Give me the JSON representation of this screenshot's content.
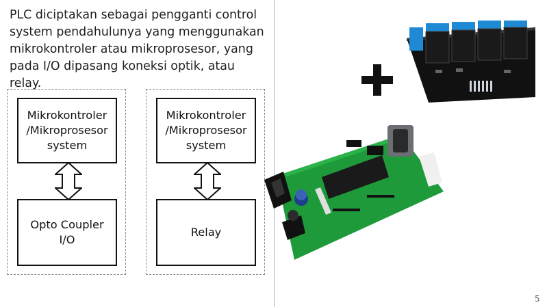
{
  "intro_text": "PLC diciptakan sebagai pengganti control system pendahulunya yang menggunakan mikrokontroler atau mikroprosesor, yang pada I/O dipasang koneksi optik, atau relay.",
  "diagram_left": {
    "top_box": "Mikrokontroler\n/Mikroprosesor\nsystem",
    "bottom_box": "Opto Coupler\nI/O"
  },
  "diagram_right": {
    "top_box": "Mikrokontroler\n/Mikroprosesor\nsystem",
    "bottom_box": "Relay"
  },
  "page_number": "5",
  "colors": {
    "divider": "#a9b6c6",
    "relay_blue": "#1e8ad6",
    "pcb_green": "#1f9a3a"
  }
}
